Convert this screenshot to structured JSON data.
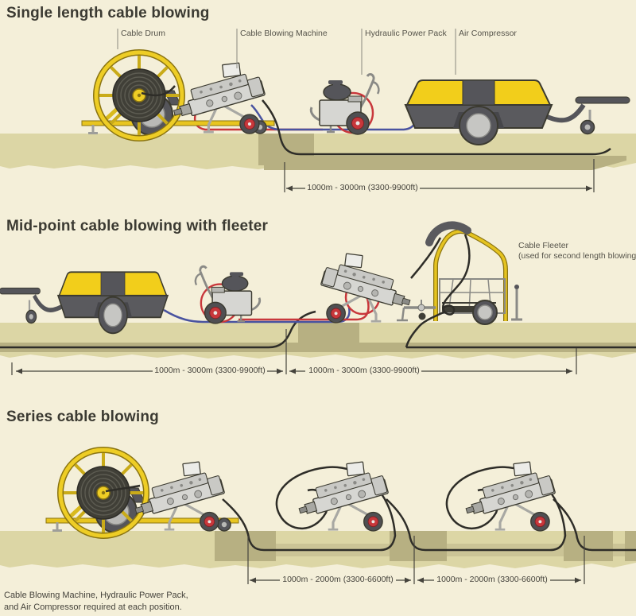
{
  "section1": {
    "title": "Single length cable blowing",
    "label_cable_drum": "Cable Drum",
    "label_blowing_machine": "Cable Blowing Machine",
    "label_power_pack": "Hydraulic Power Pack",
    "label_air_compressor": "Air Compressor",
    "measurement": "1000m - 3000m (3300-9900ft)"
  },
  "section2": {
    "title": "Mid-point cable blowing with fleeter",
    "label_fleeter_line1": "Cable Fleeter",
    "label_fleeter_line2": "(used for second length blowing)",
    "measurement_left": "1000m - 3000m (3300-9900ft)",
    "measurement_right": "1000m - 3000m (3300-9900ft)"
  },
  "section3": {
    "title": "Series cable blowing",
    "measurement_left": "1000m - 2000m (3300-6600ft)",
    "measurement_right": "1000m - 2000m (3300-6600ft)"
  },
  "footer": {
    "line1": "Cable Blowing Machine, Hydraulic Power Pack,",
    "line2": "and Air Compressor required at each position."
  },
  "colors": {
    "background": "#f4efd9",
    "ground": "#dcd6a5",
    "duct": "#b7b082",
    "equipment_yellow": "#f2ce1b",
    "equipment_gray": "#58585b",
    "hose_red": "#c8373b",
    "hose_blue": "#4953a0",
    "cable_black": "#2e2d28",
    "text": "#3b3a32"
  }
}
